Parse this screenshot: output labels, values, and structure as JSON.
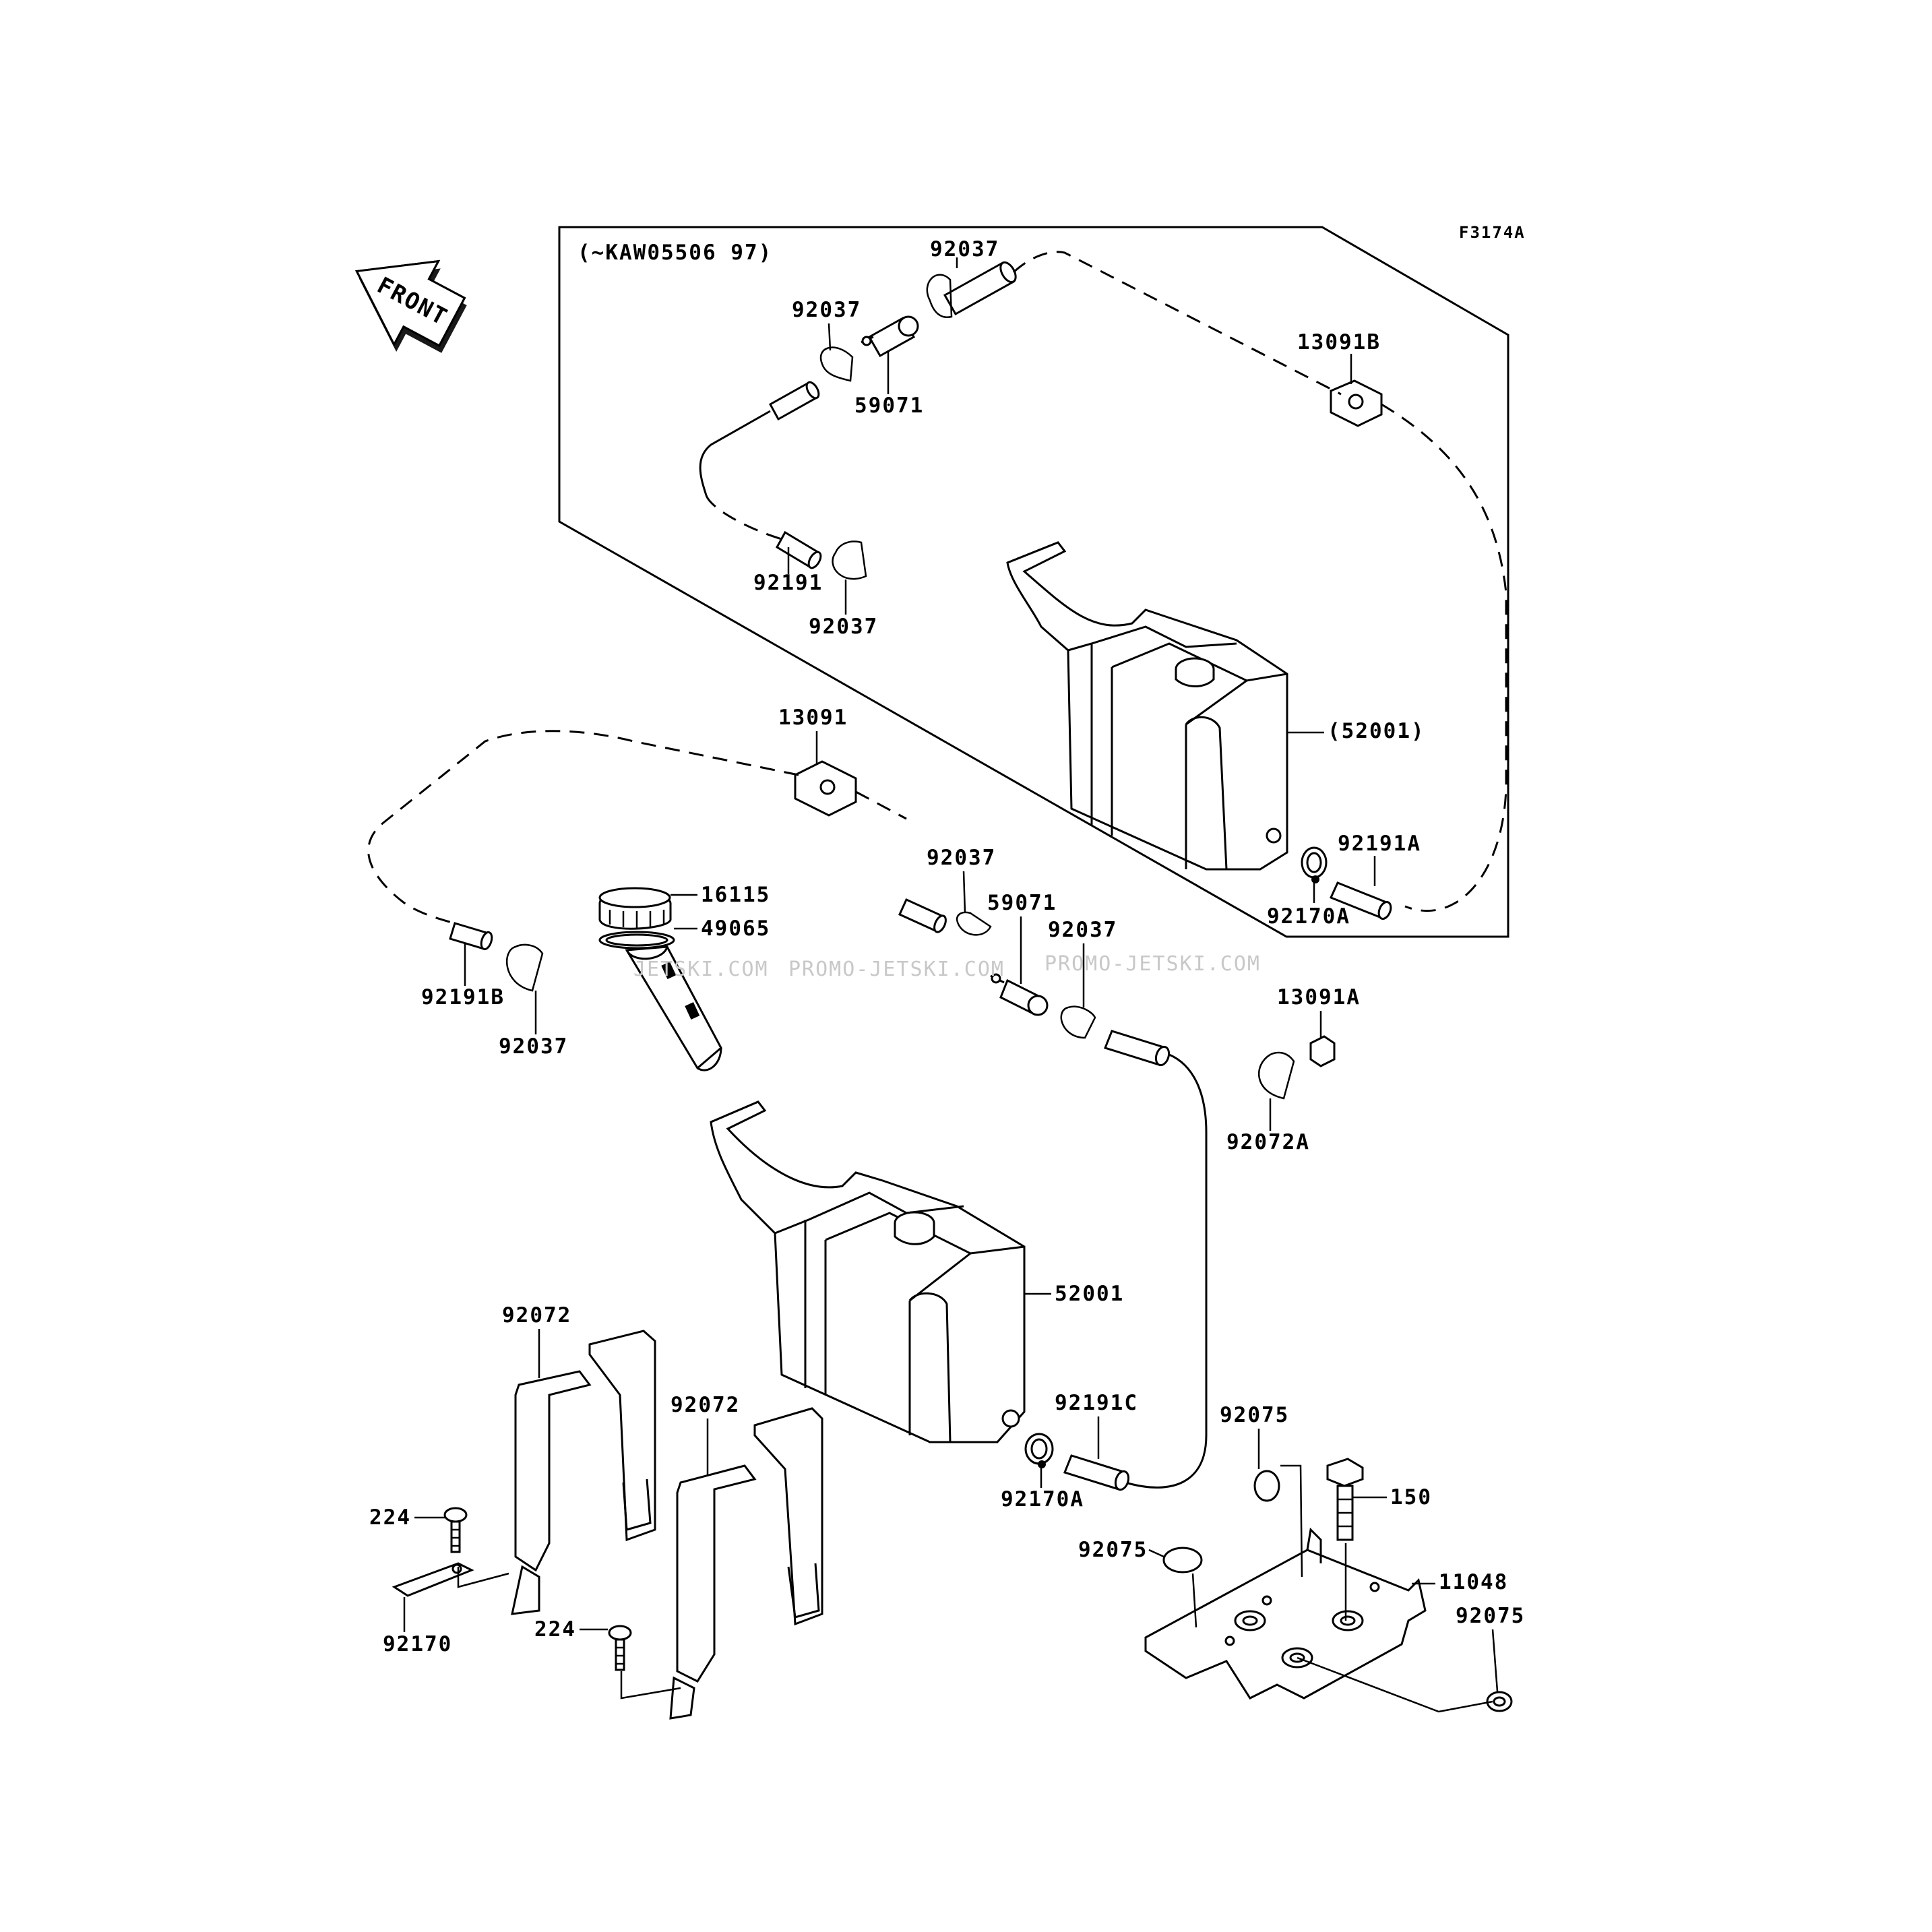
{
  "diagram_code": "F3174A",
  "box_label": "(~KAW05506 97)",
  "front_arrow": {
    "text": "FRONT",
    "icon": "front-direction-arrow-icon"
  },
  "watermarks": [
    "JETSKI.COM",
    "PROMO-JETSKI.COM",
    "PROMO-JETSKI.COM"
  ],
  "callouts": {
    "upper_92037_a": "92037",
    "upper_92037_b": "92037",
    "upper_59071": "59071",
    "upper_13091B": "13091B",
    "upper_92191": "92191",
    "upper_92037_c": "92037",
    "upper_52001": "(52001)",
    "upper_92191A": "92191A",
    "upper_92170A": "92170A",
    "p_13091": "13091",
    "p_92037_a": "92037",
    "p_59071": "59071",
    "p_92037_b": "92037",
    "p_16115": "16115",
    "p_49065": "49065",
    "p_92191B": "92191B",
    "p_92037_c": "92037",
    "p_13091A": "13091A",
    "p_92072A": "92072A",
    "p_52001": "52001",
    "p_92072_a": "92072",
    "p_92072_b": "92072",
    "p_92191C": "92191C",
    "p_92170A": "92170A",
    "p_92075_a": "92075",
    "p_150": "150",
    "p_92075_b": "92075",
    "p_11048": "11048",
    "p_92075_c": "92075",
    "p_224_a": "224",
    "p_92170": "92170",
    "p_224_b": "224"
  }
}
